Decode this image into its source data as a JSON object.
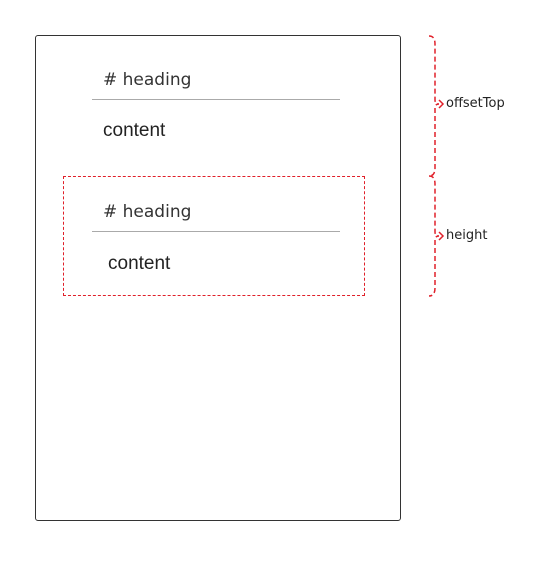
{
  "section1": {
    "heading": "# heading",
    "content": "content"
  },
  "section2": {
    "heading": "# heading",
    "content": "content"
  },
  "annotations": {
    "offset_label": "offsetTop",
    "height_label": "height"
  },
  "colors": {
    "annotation": "#e0202a",
    "frame": "#333333",
    "rule": "#aaaaaa"
  }
}
